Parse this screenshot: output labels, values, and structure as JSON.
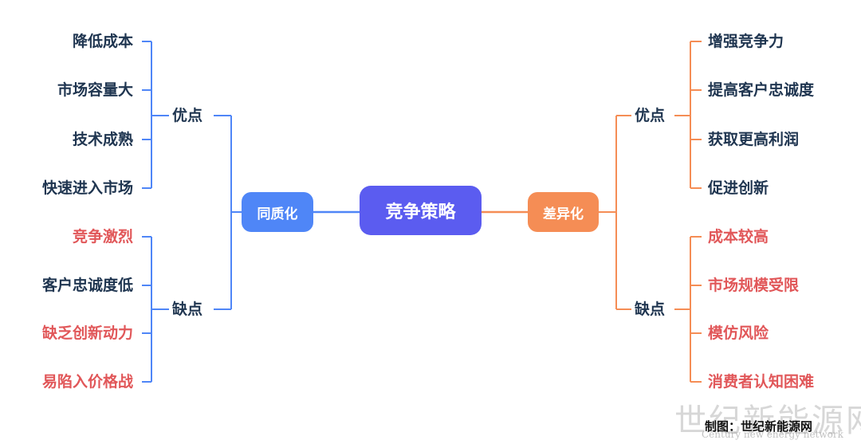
{
  "center": "竞争策略",
  "left_branch": {
    "title": "同质化",
    "pros": {
      "label": "优点",
      "items": [
        "降低成本",
        "市场容量大",
        "技术成熟",
        "快速进入市场"
      ]
    },
    "cons": {
      "label": "缺点",
      "items": [
        "竞争激烈",
        "客户忠诚度低",
        "缺乏创新动力",
        "易陷入价格战"
      ]
    }
  },
  "right_branch": {
    "title": "差异化",
    "pros": {
      "label": "优点",
      "items": [
        "增强竞争力",
        "提高客户忠诚度",
        "获取更高利润",
        "促进创新"
      ]
    },
    "cons": {
      "label": "缺点",
      "items": [
        "成本较高",
        "市场规模受限",
        "模仿风险",
        "消费者认知困难"
      ]
    }
  },
  "credit": "制图：世纪新能源网",
  "watermark": {
    "big": "世纪新能源网",
    "en": "Century new energy network"
  },
  "colors": {
    "center": "#5b5cf0",
    "left": "#4f86f7",
    "right": "#f58d55",
    "text": "#1f3550",
    "negative": "#e15759"
  }
}
